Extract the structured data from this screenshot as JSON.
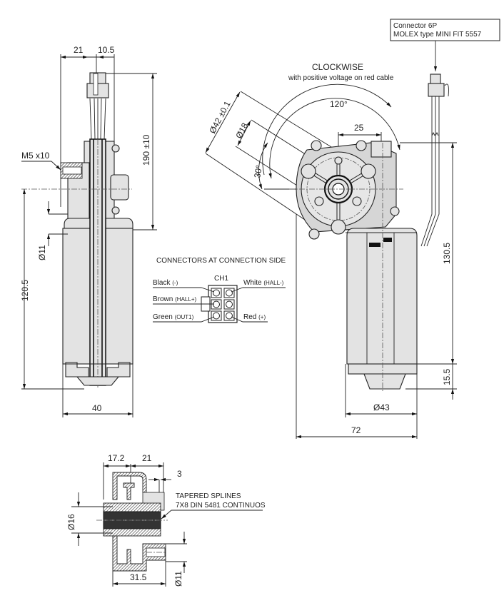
{
  "connector_note": {
    "line1": "Connector 6P",
    "line2": "MOLEX type MINI FIT 5557"
  },
  "rotation": {
    "title": "CLOCKWISE",
    "subtitle": "with positive voltage on red cable"
  },
  "side_view": {
    "dim_21": "21",
    "dim_10_5": "10.5",
    "dim_190": "190 ±10",
    "thread": "M5 x10",
    "dim_d11": "Ø11",
    "dim_120_5": "120.5",
    "dim_40": "40"
  },
  "front_view": {
    "dim_d42": "Ø42 ±0.1",
    "dim_d18": "Ø18",
    "angle_30": "30°",
    "angle_120": "120°",
    "dim_25": "25",
    "dim_130_5": "130.5",
    "dim_15_5": "15.5",
    "dim_d43": "Ø43",
    "dim_72": "72"
  },
  "connectors": {
    "title": "CONNECTORS AT CONNECTION SIDE",
    "channel": "CH1",
    "pins": [
      {
        "color": "Black",
        "function": "(-)"
      },
      {
        "color": "Brown",
        "function": "(HALL+)"
      },
      {
        "color": "Green",
        "function": "(OUT1)"
      },
      {
        "color": "White",
        "function": "(HALL-)"
      },
      {
        "color": "Red",
        "function": "(+)"
      }
    ]
  },
  "section_view": {
    "dim_17_2": "17.2",
    "dim_21": "21",
    "dim_3": "3",
    "splines_line1": "TAPERED SPLINES",
    "splines_line2": "7X8 DIN 5481 CONTINUOS",
    "dim_d16": "Ø16",
    "dim_31_5": "31.5",
    "dim_d11": "Ø11"
  }
}
